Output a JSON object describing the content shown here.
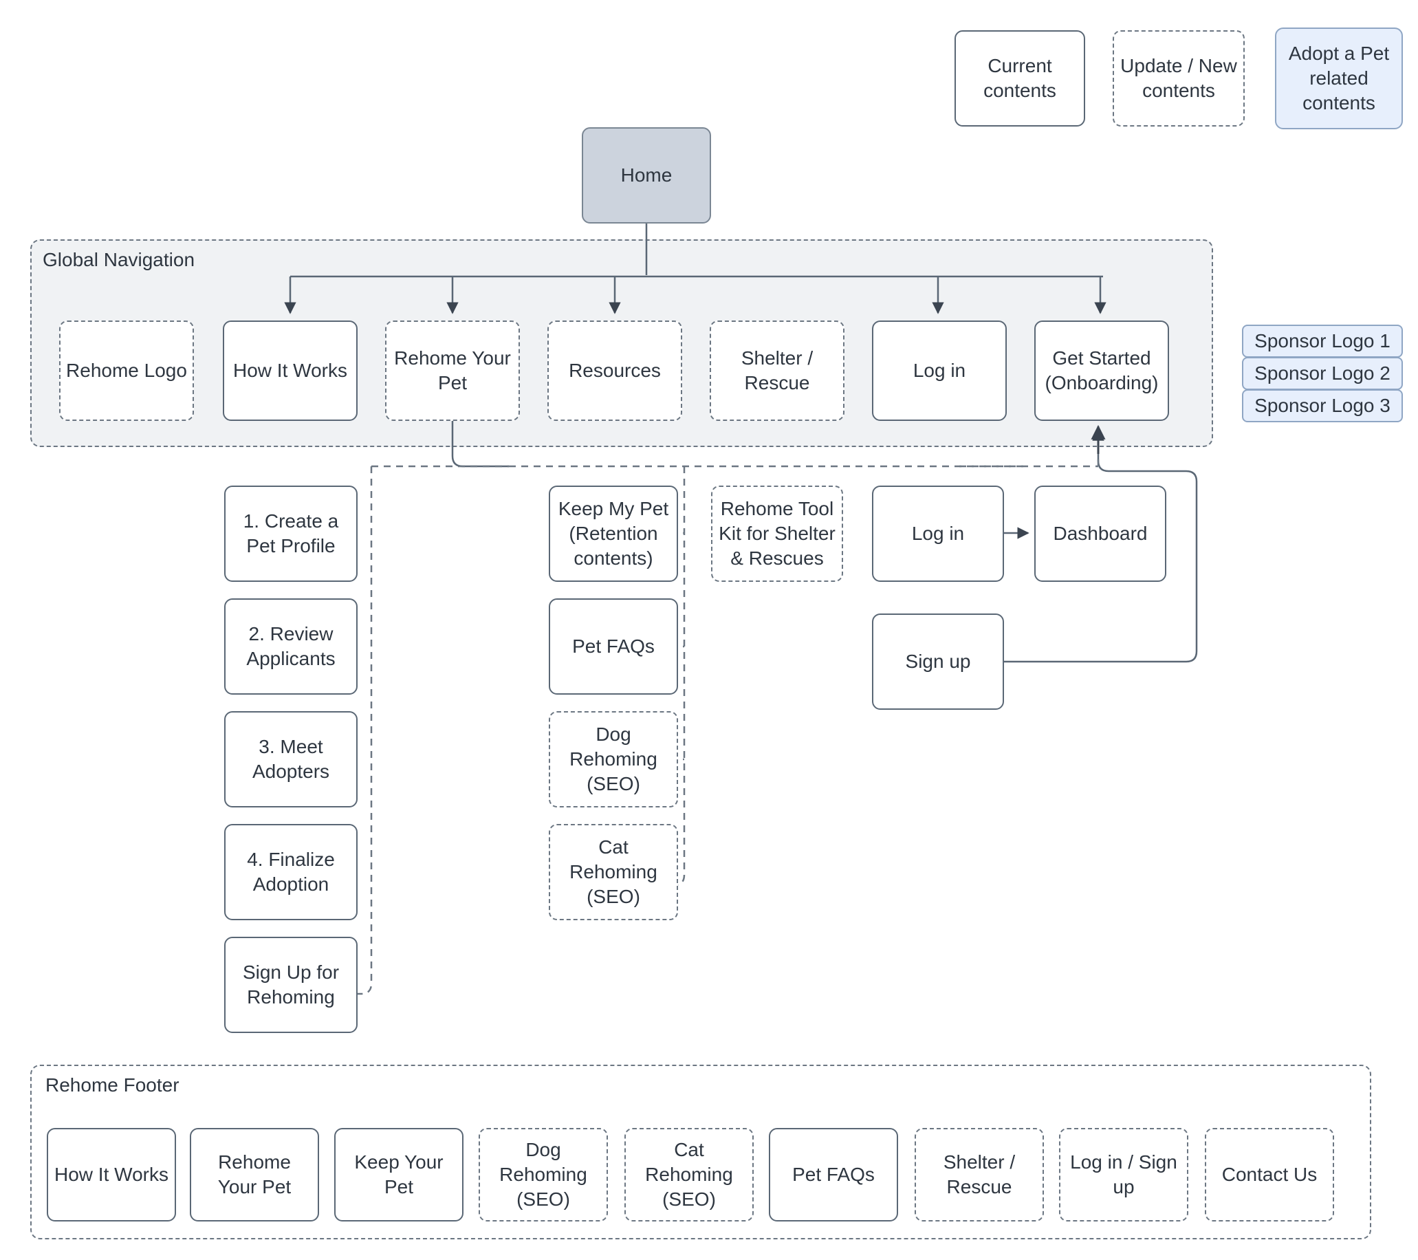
{
  "legend": {
    "items": [
      {
        "label": "Current contents",
        "style": "solid"
      },
      {
        "label": "Update / New contents",
        "style": "dashed"
      },
      {
        "label": "Adopt a Pet related contents",
        "style": "accent"
      }
    ]
  },
  "root": {
    "label": "Home"
  },
  "global_navigation": {
    "title": "Global Navigation",
    "items": [
      {
        "label": "Rehome Logo",
        "style": "dashed"
      },
      {
        "label": "How It Works",
        "style": "solid"
      },
      {
        "label": "Rehome Your Pet",
        "style": "dashed"
      },
      {
        "label": "Resources",
        "style": "dashed"
      },
      {
        "label": "Shelter / Rescue",
        "style": "dashed"
      },
      {
        "label": "Log in",
        "style": "solid"
      },
      {
        "label": "Get Started (Onboarding)",
        "style": "solid"
      }
    ]
  },
  "sponsors": {
    "items": [
      {
        "label": "Sponsor Logo 1"
      },
      {
        "label": "Sponsor Logo 2"
      },
      {
        "label": "Sponsor Logo 3"
      }
    ]
  },
  "rehome_flow": {
    "items": [
      {
        "label": "1. Create a Pet Profile",
        "style": "solid"
      },
      {
        "label": "2. Review Applicants",
        "style": "solid"
      },
      {
        "label": "3. Meet Adopters",
        "style": "solid"
      },
      {
        "label": "4. Finalize Adoption",
        "style": "solid"
      },
      {
        "label": "Sign Up for Rehoming",
        "style": "solid"
      }
    ]
  },
  "resources": {
    "items": [
      {
        "label": "Keep My Pet (Retention contents)",
        "style": "solid"
      },
      {
        "label": "Pet FAQs",
        "style": "solid"
      },
      {
        "label": "Dog Rehoming (SEO)",
        "style": "dashed"
      },
      {
        "label": "Cat Rehoming (SEO)",
        "style": "dashed"
      }
    ]
  },
  "shelter": {
    "items": [
      {
        "label": "Rehome Tool Kit for Shelter & Rescues",
        "style": "dashed"
      }
    ]
  },
  "onboarding": {
    "items": [
      {
        "label": "Log in",
        "style": "solid"
      },
      {
        "label": "Dashboard",
        "style": "solid"
      },
      {
        "label": "Sign up",
        "style": "solid"
      }
    ]
  },
  "footer": {
    "title": "Rehome Footer",
    "items": [
      {
        "label": "How It Works",
        "style": "solid"
      },
      {
        "label": "Rehome Your Pet",
        "style": "solid"
      },
      {
        "label": "Keep Your Pet",
        "style": "solid"
      },
      {
        "label": "Dog Rehoming (SEO)",
        "style": "dashed"
      },
      {
        "label": "Cat Rehoming (SEO)",
        "style": "dashed"
      },
      {
        "label": "Pet FAQs",
        "style": "solid"
      },
      {
        "label": "Shelter / Rescue",
        "style": "dashed"
      },
      {
        "label": "Log in / Sign up",
        "style": "dashed"
      },
      {
        "label": "Contact Us",
        "style": "dashed"
      }
    ]
  }
}
